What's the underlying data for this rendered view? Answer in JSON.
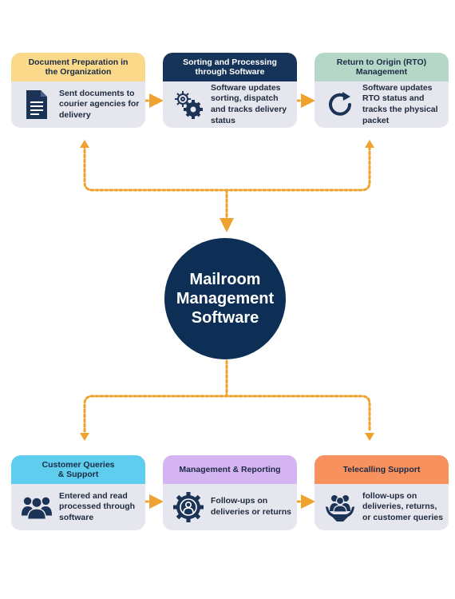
{
  "hub": {
    "title": "Mailroom\nManagement\nSoftware"
  },
  "colors": {
    "hub": "#0d2f55",
    "connector": "#f0a22e",
    "card_body": "#e5e6ee",
    "icon": "#1b3356"
  },
  "top_cards": [
    {
      "title": "Document Preparation in\nthe Organization",
      "text": "Sent documents to courier agencies for delivery",
      "header_color": "#fbd98a",
      "header_text_color": "#1b2b44",
      "icon": "document-icon"
    },
    {
      "title": "Sorting and Processing\nthrough Software",
      "text": "Software updates sorting, dispatch and tracks delivery status",
      "header_color": "#163459",
      "header_text_color": "#ffffff",
      "icon": "gears-icon"
    },
    {
      "title": "Return to Origin (RTO)\nManagement",
      "text": "Software updates RTO status and tracks the physical packet",
      "header_color": "#b5d7c8",
      "header_text_color": "#1b2b44",
      "icon": "refresh-icon"
    }
  ],
  "bottom_cards": [
    {
      "title": "Customer Queries\n& Support",
      "text": "Entered and read processed through software",
      "header_color": "#5fcdee",
      "header_text_color": "#1b2b44",
      "icon": "group-icon"
    },
    {
      "title": "Management & Reporting",
      "text": "Follow-ups on deliveries or returns",
      "header_color": "#d5b4f2",
      "header_text_color": "#1b2b44",
      "icon": "gear-person-icon"
    },
    {
      "title": "Telecalling Support",
      "text": "follow-ups on deliveries, returns, or customer queries",
      "header_color": "#f7925f",
      "header_text_color": "#1b2b44",
      "icon": "support-hands-icon"
    }
  ]
}
